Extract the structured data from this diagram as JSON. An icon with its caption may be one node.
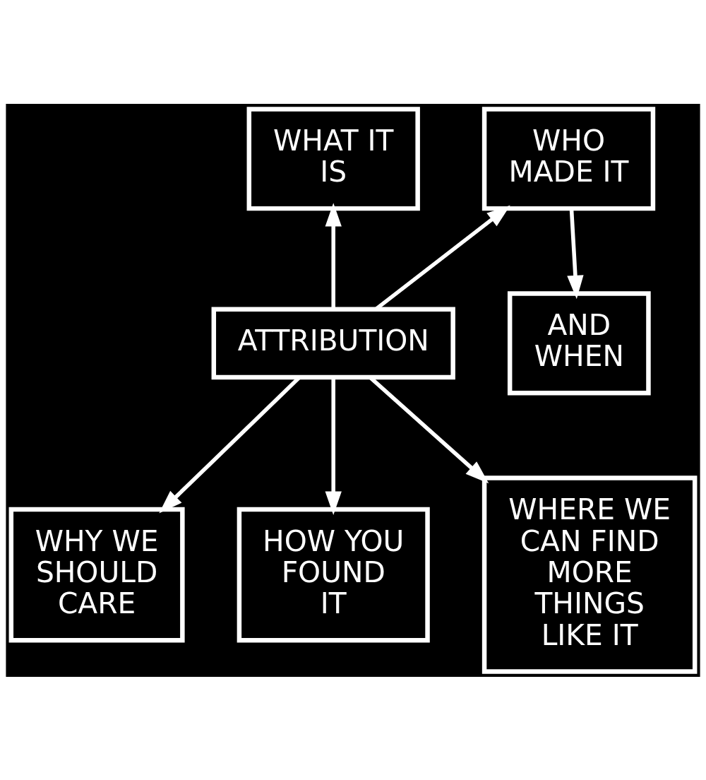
{
  "diagram": {
    "nodes": [
      {
        "text": [
          "WHAT IT IS"
        ]
      },
      {
        "text": [
          "WHO MADE IT"
        ]
      },
      {
        "text": [
          "AND WHEN"
        ]
      },
      {
        "text": [
          "ATTRIBUTION"
        ]
      },
      {
        "text": [
          "WHY WE SHOULD CARE"
        ]
      },
      {
        "text": [
          "HOW YOU FOUND IT"
        ]
      },
      {
        "text": [
          "WHERE WE CAN FIND MORE THINGS LIKE IT"
        ]
      }
    ],
    "edges": [
      {
        "from": 3,
        "to": 0,
        "arrow": "to"
      },
      {
        "from": 3,
        "to": 1,
        "arrow": "to"
      },
      {
        "from": 1,
        "to": 2,
        "arrow": "to"
      },
      {
        "from": 3,
        "to": 4,
        "arrow": "to"
      },
      {
        "from": 3,
        "to": 5,
        "arrow": "to"
      },
      {
        "from": 3,
        "to": 6,
        "arrow": "to"
      }
    ]
  }
}
